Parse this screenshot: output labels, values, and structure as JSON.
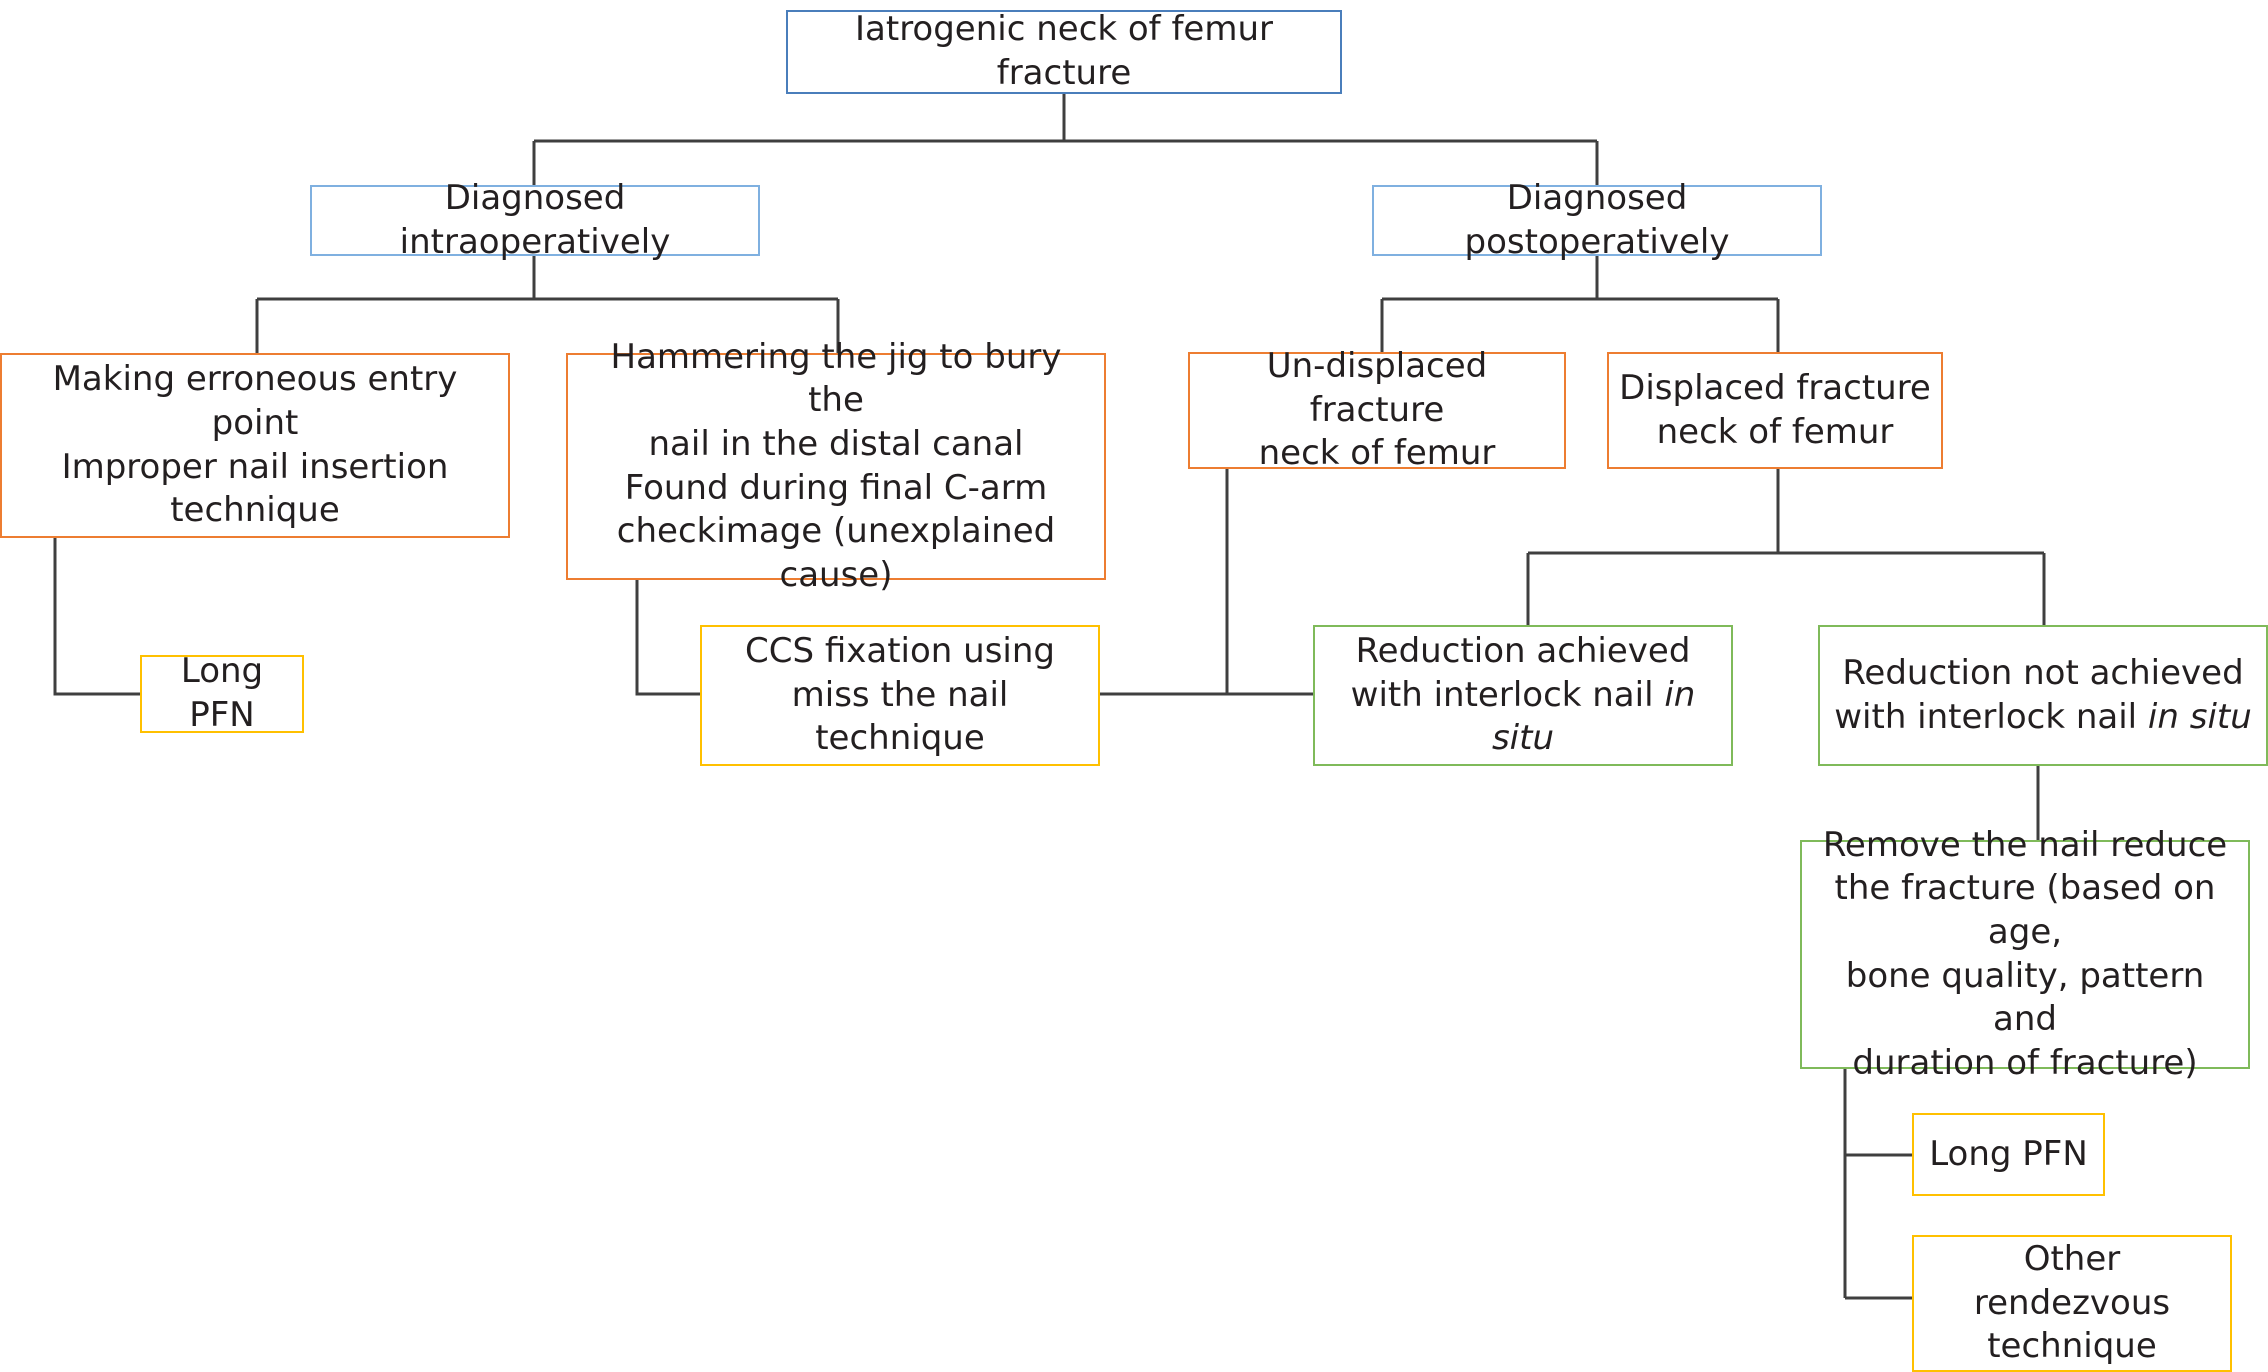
{
  "diagram": {
    "title": "Iatrogenic neck of femur fracture management flowchart",
    "colors": {
      "root_border": "#4a7ebb",
      "level2_border": "#7fb0e0",
      "cause_border": "#ed7d31",
      "treatment_border": "#ffc000",
      "outcome_border": "#7fba5a",
      "connector": "#3f3f3f",
      "text": "#231f20",
      "background": "#ffffff"
    },
    "nodes": {
      "root": {
        "label": "Iatrogenic neck of femur fracture"
      },
      "diagnosed_intraop": {
        "label": "Diagnosed intraoperatively"
      },
      "diagnosed_postop": {
        "label": "Diagnosed postoperatively"
      },
      "erroneous_entry": {
        "lines": [
          "Making erroneous entry point",
          "Improper nail insertion",
          "technique"
        ]
      },
      "hammering_jig": {
        "lines": [
          "Hammering the jig to bury the",
          "nail in the distal canal",
          "Found during final C-arm",
          "checkimage (unexplained cause)"
        ]
      },
      "undisplaced": {
        "lines": [
          "Un-displaced fracture",
          "neck of femur"
        ]
      },
      "displaced": {
        "lines": [
          "Displaced fracture",
          "neck of femur"
        ]
      },
      "long_pfn_left": {
        "label": "Long PFN"
      },
      "ccs_fixation": {
        "lines": [
          "CCS fixation using",
          "miss the nail technique"
        ]
      },
      "reduction_achieved": {
        "line1": "Reduction achieved",
        "line2_pre": "with interlock nail ",
        "line2_italic": "in situ"
      },
      "reduction_not_achieved": {
        "line1": "Reduction not achieved",
        "line2_pre": "with interlock nail ",
        "line2_italic": "in situ"
      },
      "remove_nail": {
        "lines": [
          "Remove the nail reduce",
          "the fracture (based on age,",
          "bone quality, pattern and",
          "duration of fracture)"
        ]
      },
      "long_pfn_right": {
        "label": "Long PFN"
      },
      "other_rendezvous": {
        "lines": [
          "Other rendezvous",
          "technique"
        ]
      }
    }
  }
}
